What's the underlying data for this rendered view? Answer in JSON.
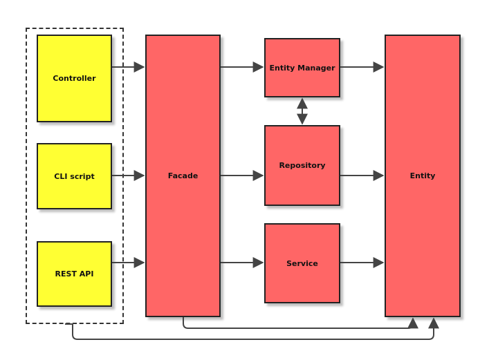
{
  "diagram": {
    "colors": {
      "client": "#ffff33",
      "core": "#ff6666",
      "stroke": "#222222",
      "edge": "#444444"
    },
    "nodes": {
      "controller": "Controller",
      "cli": "CLI script",
      "rest": "REST API",
      "facade": "Facade",
      "entity_manager": "Entity Manager",
      "repository": "Repository",
      "service": "Service",
      "entity": "Entity"
    },
    "groups": [
      {
        "name": "clients",
        "members": [
          "Controller",
          "CLI script",
          "REST API"
        ],
        "style": "dashed"
      }
    ],
    "edges": [
      {
        "from": "Controller",
        "to": "Facade"
      },
      {
        "from": "CLI script",
        "to": "Facade"
      },
      {
        "from": "REST API",
        "to": "Facade"
      },
      {
        "from": "Facade",
        "to": "Entity Manager"
      },
      {
        "from": "Facade",
        "to": "Repository"
      },
      {
        "from": "Facade",
        "to": "Service"
      },
      {
        "from": "Entity Manager",
        "to": "Entity"
      },
      {
        "from": "Repository",
        "to": "Entity"
      },
      {
        "from": "Service",
        "to": "Entity"
      },
      {
        "from": "Entity Manager",
        "to": "Repository",
        "bidirectional": true
      },
      {
        "from": "Facade",
        "to": "Entity"
      },
      {
        "from": "clients",
        "to": "Entity"
      }
    ]
  }
}
